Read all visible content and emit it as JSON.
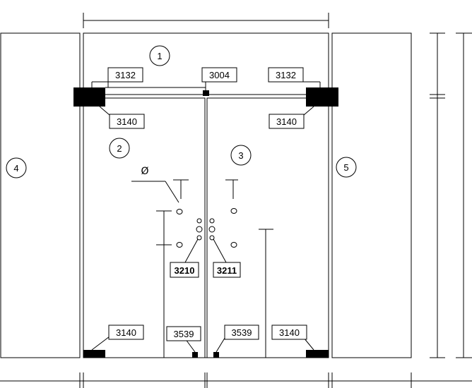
{
  "parts": {
    "p3132": "3132",
    "p3004": "3004",
    "p3140": "3140",
    "p3210": "3210",
    "p3211": "3211",
    "p3539": "3539"
  },
  "zones": {
    "z1": "1",
    "z2": "2",
    "z3": "3",
    "z4": "4",
    "z5": "5"
  },
  "symbols": {
    "diameter": "Ø"
  }
}
